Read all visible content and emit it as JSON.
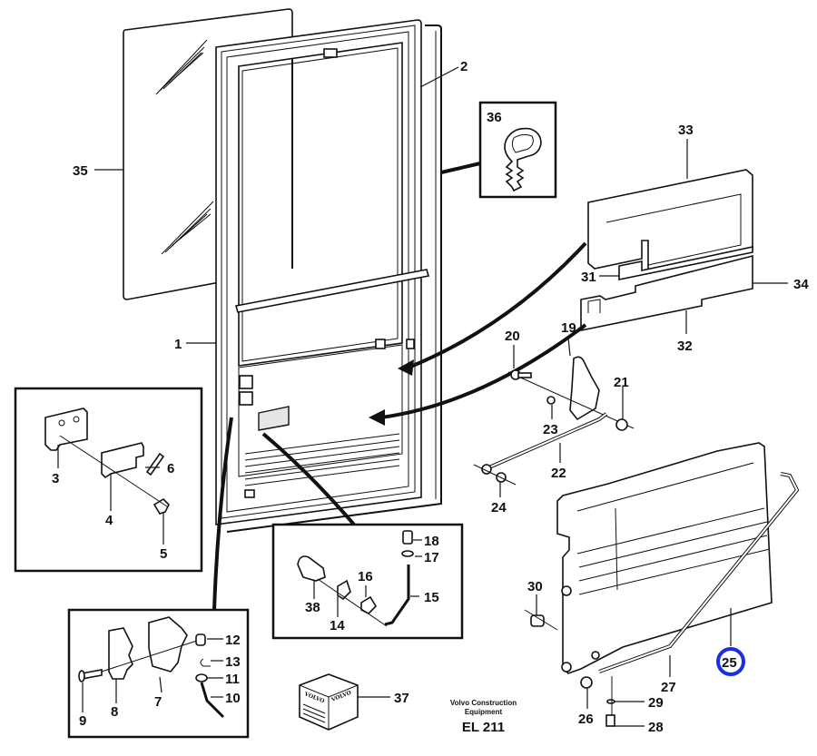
{
  "diagram": {
    "title": "Volvo Construction Equipment exploded parts diagram - cab door",
    "footer": {
      "brand_line1": "Volvo Construction",
      "brand_line2": "Equipment",
      "code": "EL 211"
    },
    "highlight": {
      "label": "25",
      "color": "#1a2fe0"
    },
    "box_text": "VOLVO",
    "labels": {
      "p1": "1",
      "p2": "2",
      "p3": "3",
      "p4": "4",
      "p5": "5",
      "p6": "6",
      "p7": "7",
      "p8": "8",
      "p9": "9",
      "p10": "10",
      "p11": "11",
      "p12": "12",
      "p13": "13",
      "p14": "14",
      "p15": "15",
      "p16": "16",
      "p17": "17",
      "p18": "18",
      "p19": "19",
      "p20": "20",
      "p21": "21",
      "p22": "22",
      "p23": "23",
      "p24": "24",
      "p25": "25",
      "p26": "26",
      "p27": "27",
      "p28": "28",
      "p29": "29",
      "p30": "30",
      "p31": "31",
      "p32": "32",
      "p33": "33",
      "p34": "34",
      "p35": "35",
      "p36": "36",
      "p37": "37",
      "p38": "38"
    }
  }
}
